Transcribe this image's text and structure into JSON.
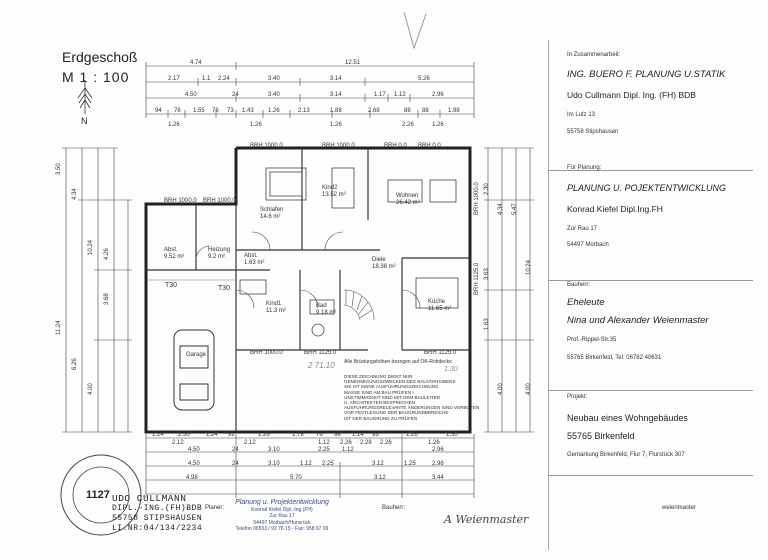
{
  "title": {
    "floor": "Erdgeschoß",
    "scale": "M 1 : 100",
    "north": "N"
  },
  "dims_top": {
    "row1": [
      "4.74",
      "12.51"
    ],
    "row2": [
      "2.17",
      "1.1",
      "2.24",
      "3.40",
      "3.14",
      "5.26"
    ],
    "row3": [
      "4.50",
      "24",
      "3.40",
      "3.14",
      "1.17",
      "1.12",
      "2.96"
    ],
    "row4": [
      "94",
      "76",
      "1.55",
      "76",
      "73",
      "1.43",
      "1.26",
      "2.13",
      "1.88",
      "2.68",
      "88",
      "88",
      "1.98"
    ],
    "row5": [
      "1.26",
      "1.26",
      "1.26",
      "2.26",
      "1.26"
    ]
  },
  "dims_bottom": {
    "row1": [
      "1.24",
      "2.50",
      "1.24",
      "92",
      "1.26",
      "1.78",
      "76",
      "98",
      "1.14",
      "93",
      "1.26",
      "1.30"
    ],
    "row2": [
      "2.12",
      "2.12",
      "1.12",
      "2.26",
      "2.28",
      "2.26",
      "1.26"
    ],
    "row3": [
      "4.50",
      "24",
      "3.10",
      "2.25",
      "1.12",
      "2.96"
    ],
    "row4": [
      "4.50",
      "24",
      "3.10",
      "1.12",
      "2.25",
      "3.12",
      "1.25",
      "2.96"
    ],
    "row5": [
      "4.98",
      "5.70",
      "3.12",
      "3.44"
    ]
  },
  "dims_left": [
    "3.50",
    "4.34",
    "10.24",
    "4.26",
    "11.24",
    "3.68",
    "6.26",
    "4.00"
  ],
  "dims_right": [
    "2.30",
    "4.34",
    "5.47",
    "10.24",
    "4.00",
    "3.63",
    "1.63",
    "4.00"
  ],
  "rooms": [
    {
      "name": "Schlafen",
      "area": "14.6 m²"
    },
    {
      "name": "Kind2",
      "area": "13.52 m²"
    },
    {
      "name": "Wohnen",
      "area": "26.42 m²"
    },
    {
      "name": "Abst.",
      "area": "9.52 m²"
    },
    {
      "name": "Heizung",
      "area": "9.2 m²"
    },
    {
      "name": "Abst.",
      "area": "1.63 m²"
    },
    {
      "name": "Diele",
      "area": "18.38 m²"
    },
    {
      "name": "Kind1",
      "area": "11.3 m²"
    },
    {
      "name": "Bad",
      "area": "9.18 m²"
    },
    {
      "name": "Küche",
      "area": "11.65 m²"
    },
    {
      "name": "Garage",
      "area": ""
    }
  ],
  "brh_labels": [
    "BRH 1000.0",
    "BRH 1000.0",
    "BRH 0.0",
    "BRH 0.0",
    "BRH 1000.0",
    "BRH 1000.0",
    "BRH 1000.0",
    "BRH 1125.0",
    "BRH 1125.0",
    "BRH 1125.0",
    "BRH 1000.0"
  ],
  "door_labels": [
    "T30",
    "T30"
  ],
  "notes": {
    "stairs": "Alle Brüstungshöhen bezogen auf OK-Rohdecke",
    "warning_lines": [
      "DIESE ZEICHNUNG DIENT NUR",
      "GENEHMIGUNGSZWECKEN DES BAUVORHABENS",
      "SIE IST KEINE AUSFÜHRUNGSZEICHNUNG",
      "MASSE SIND AM BAU PRÜFEN !",
      "UNSTIMMIGKEIT SIND MIT DEM BAULEITER",
      "U. ARCHITEKTEN BESPRECHEN",
      "AUSFÜHRUNGSRELEVANTE ÄNDERUNGEN SIND VERBOTEN",
      "VOR FESTLEGUNG DER BAUGRUNDBEREICHE",
      "IST DER BAUGRUND ZU PRÜFEN"
    ],
    "pencil": "2 71.10",
    "pencil2": "1.30"
  },
  "right_panel": {
    "heading1": "In Zusammenarbeit:",
    "statik_name": "ING. BUERO F. PLANUNG U.STATIK",
    "statik_person": "Udo Cullmann Dipl. Ing. (FH) BDB",
    "statik_street": "Im Lutz 13",
    "statik_city": "55758 Stipshausen",
    "heading2": "Für Planung:",
    "plan_name": "PLANUNG U. POJEKTENTWICKLUNG",
    "plan_person": "Konrad Kiefel Dipl.Ing.FH",
    "plan_street": "Zur Rau 17",
    "plan_city": "54497 Morbach",
    "heading3": "Bauherr:",
    "owner1": "Eheleute",
    "owner2": "Nina und Alexander Weienmaster",
    "owner_street": "Prof.-Rippel-Str.35",
    "owner_city": "55765 Birkenfeld, Tel: 06782 40631",
    "heading4": "Projekt:",
    "project1": "Neubau eines Wohngebäudes",
    "project2": "55765 Birkenfeld",
    "project3": "Gemarkung Birkenfeld, Flur 7, Flurstück 307",
    "footer_right": "weienmaster"
  },
  "bottom": {
    "stamp_cullmann_1": "UDO CULLMANN",
    "stamp_cullmann_2": "DIPL.-ING.(FH)BDB",
    "stamp_cullmann_3": "55758 STIPSHAUSEN",
    "stamp_cullmann_4": "LI.NR:04/134/2234",
    "seal_number": "1127",
    "planer_label": "Planer:",
    "planer_stamp_1": "Planung u. Projektentwicklung",
    "planer_stamp_2": "Konrad Kiefel Dipl.-Ing.(FH)",
    "planer_stamp_3": "Zur Rau 17",
    "planer_stamp_4": "54497 Morbach/Hunsrück",
    "planer_stamp_5": "Telefon 06533 / 93 76 15 - Fax: 958 97 99",
    "bauherr_label": "Bauherr:",
    "signature": "A Weienmaster"
  },
  "colors": {
    "ink": "#2a2a2a",
    "pencil": "#8a8a8a",
    "blue_ink": "#3a4a8a",
    "paper": "#fdfdfc"
  }
}
